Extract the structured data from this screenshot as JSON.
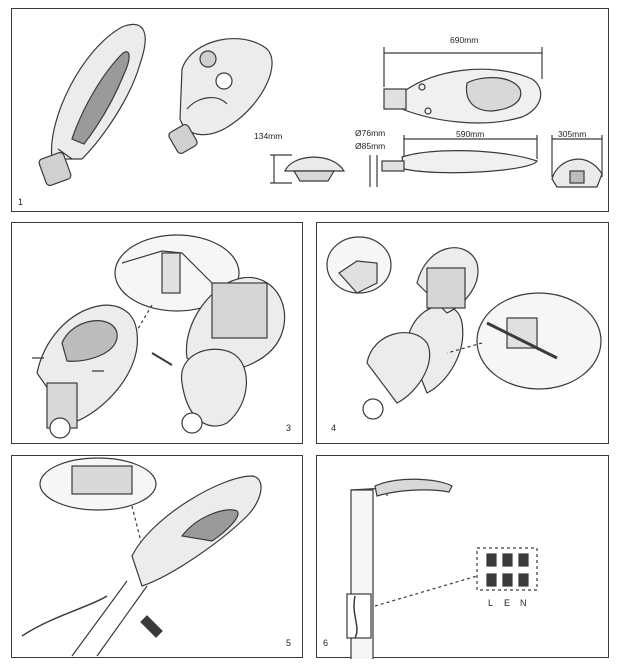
{
  "panels": {
    "p1": {
      "number": "1"
    },
    "p2": {
      "number": "3"
    },
    "p3": {
      "number": "4"
    },
    "p4": {
      "number": "5"
    },
    "p5": {
      "number": "6"
    }
  },
  "dimensions": {
    "overall_length": "690mm",
    "height": "134mm",
    "pole_dia_small": "Ø76mm",
    "pole_dia_large": "Ø85mm",
    "body_length": "590mm",
    "width": "305mm"
  },
  "wiring": {
    "labels": [
      "L",
      "E",
      "N"
    ]
  },
  "colors": {
    "stroke": "#3a3a3a",
    "fill_light": "#e6e6e6",
    "fill_dark": "#9a9a9a",
    "fill_mid": "#c8c8c8"
  }
}
